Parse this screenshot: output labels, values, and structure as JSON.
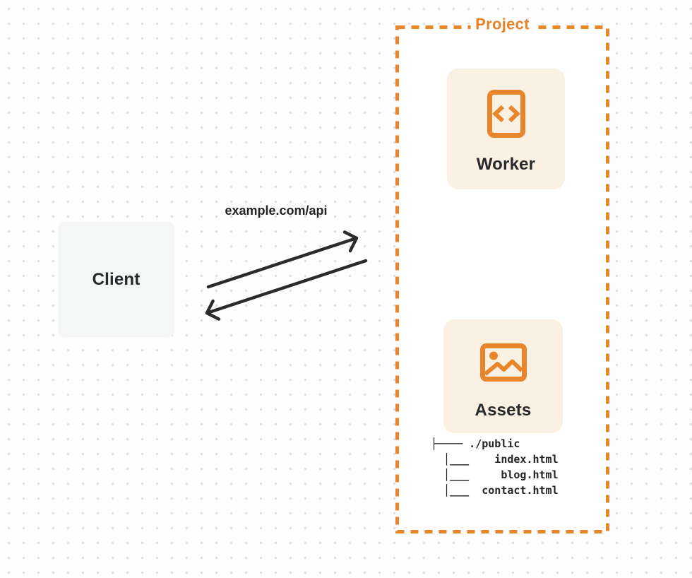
{
  "colors": {
    "orange": "#E8862B",
    "cream_node_bg": "#FBF1E2",
    "client_node_bg": "#F5F6F6",
    "ink": "#26282B",
    "arrow": "#2B2B2B",
    "dot_grid": "#E1E1E1",
    "page_bg": "#FDFDFD"
  },
  "diagram": {
    "client": {
      "label": "Client"
    },
    "request_label": "example.com/api",
    "project": {
      "label": "Project",
      "worker": {
        "label": "Worker",
        "icon": "code-file-icon"
      },
      "assets": {
        "label": "Assets",
        "icon": "image-icon"
      },
      "file_tree": {
        "root": "./public",
        "files": [
          "index.html",
          "blog.html",
          "contact.html"
        ],
        "lines": [
          "├──── ./public",
          "  │___    index.html",
          "  │___     blog.html",
          "  │___  contact.html"
        ]
      }
    }
  }
}
